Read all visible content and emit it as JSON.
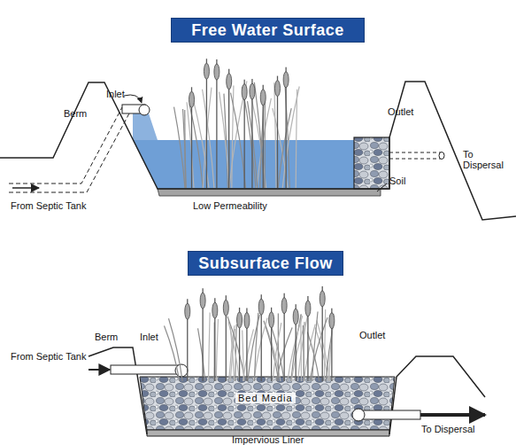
{
  "diagram": {
    "nodes": [
      {
        "text": [
          "Free Water Surface"
        ]
      },
      {
        "text": [
          "Subsurface Flow"
        ]
      }
    ],
    "labels": [
      "Inlet",
      "Berm",
      "Outlet",
      "To Dispersal",
      "From Septic Tank",
      "Soil",
      "Low Permeability",
      "Berm",
      "Inlet",
      "From Septic Tank",
      "Outlet",
      "Bed Media",
      "To Dispersal",
      "Impervious Liner"
    ]
  }
}
